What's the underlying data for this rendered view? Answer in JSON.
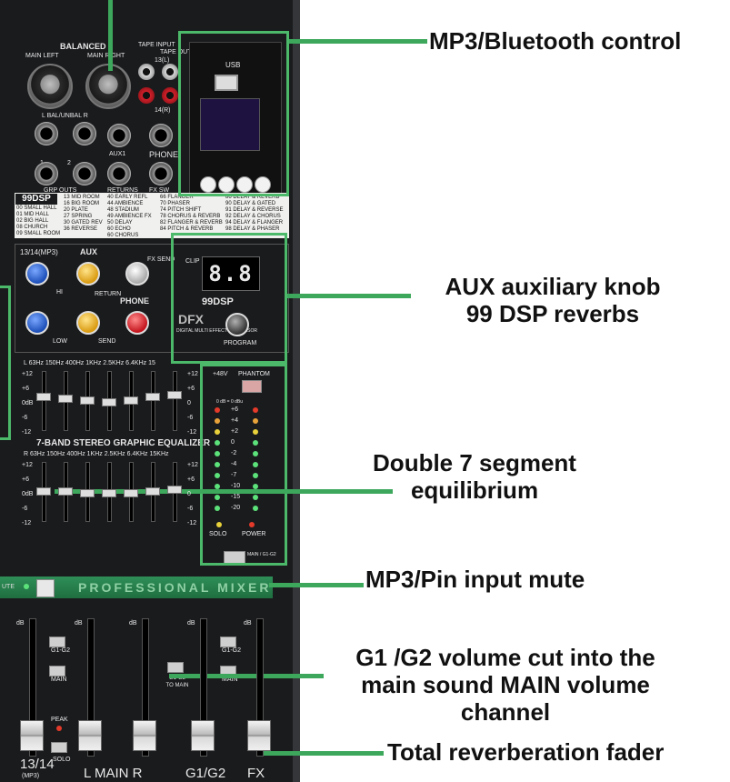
{
  "colors": {
    "callout_green": "#3da85c",
    "panel": "#1a1b1d"
  },
  "panel": {
    "balanced": "BALANCED",
    "main_left": "MAIN LEFT",
    "main_right": "MAIN RIGHT",
    "tape_input": "TAPE INPUT",
    "tape_out": "TAPE OUT",
    "ch13l": "13(L)",
    "ch14r": "14(R)",
    "lr": "L  BAL/UNBAL  R",
    "aux1": "AUX1",
    "returns": "RETURNS",
    "phone": "PHONE",
    "fx_sw": "FX SW",
    "grp_outs": "GRP OUTS",
    "grp1": "1",
    "grp2": "2",
    "usb": "USB",
    "dsp_heading": "99DSP",
    "dsp_col1": "00 SMALL HALL\n01 MID HALL\n02 BIG HALL\n08 CHURCH\n09 SMALL ROOM",
    "dsp_col2": "13 MID ROOM\n16 BIG ROOM\n20 PLATE\n27 SPRING\n30 GATED REV\n36 REVERSE",
    "dsp_col3": "40 EARLY REFL\n44 AMBIENCE\n48 STADIUM\n49 AMBIENCE FX\n50 DELAY\n60 ECHO\n60 CHORUS",
    "dsp_col4": "66 FLANGER\n70 PHASER\n74 PITCH SHIFT\n78 CHORUS & REVERB\n82 FLANGER & REVERB\n84 PITCH & REVERB",
    "dsp_col5": "86 DELAY & REVERB\n90 DELAY & GATED\n91 DELAY & REVERSE\n92 DELAY & CHORUS\n94 DELAY & FLANGER\n98 DELAY & PHASER",
    "ch1314_mp3": "13/14(MP3)",
    "aux": "AUX",
    "fx_send": "FX SEND",
    "phone2": "PHONE",
    "hi": "HI",
    "low": "LOW",
    "return": "RETURN",
    "send": "SEND",
    "clip": "CLIP",
    "seg_value": "8.8",
    "dsp_big": "99DSP",
    "dfx": "DFX",
    "dfx_sub": "DIGITAL MULTI EFFECT PROCESSOR",
    "program": "PROGRAM",
    "plus48v": "+48V",
    "phantom": "PHANTOM",
    "meter_ref": "0 dB = 0 dBu",
    "meter_scale": [
      "+6",
      "+4",
      "+2",
      "0",
      "-2",
      "-4",
      "-7",
      "-10",
      "-15",
      "-20"
    ],
    "solo": "SOLO",
    "power": "POWER",
    "main_g1g2": "MAIN / G1-G2",
    "eq_freqs": "L   63Hz  150Hz  400Hz  1KHz  2.5KHz  6.4KHz  15",
    "eq_freqs2": "R   63Hz  150Hz  400Hz  1KHz  2.5KHz  6.4KHz  15KHz",
    "eq_title": "7-BAND STEREO GRAPHIC EQUALIZER",
    "eq_scale": [
      "+12",
      "+6",
      "0dB",
      "-6",
      "-12"
    ],
    "mixer_name": "PROFESSIONAL MIXER",
    "mute": "UTE",
    "g1g2_a": "G1-G2",
    "main_a": "MAIN",
    "g1g2_to_main": "G1-G2 TO MAIN",
    "peak": "PEAK",
    "solo2": "SOLO",
    "bottom_1314": "13/14",
    "bottom_mp3": "(MP3)",
    "bottom_lmain": "L MAIN R",
    "bottom_g1g2": "G1/G2",
    "bottom_fx": "FX",
    "db": "dB"
  },
  "callouts": {
    "mp3_bt": "MP3/Bluetooth control",
    "aux_line1": "AUX auxiliary knob",
    "aux_line2": "99 DSP reverbs",
    "seg_line1": "Double 7 segment",
    "seg_line2": "equilibrium",
    "mute": "MP3/Pin input mute",
    "g1g2_line1": "G1 /G2 volume cut into the",
    "g1g2_line2": "main sound MAIN volume",
    "g1g2_line3": "channel",
    "reverb_fader": "Total reverberation fader"
  }
}
